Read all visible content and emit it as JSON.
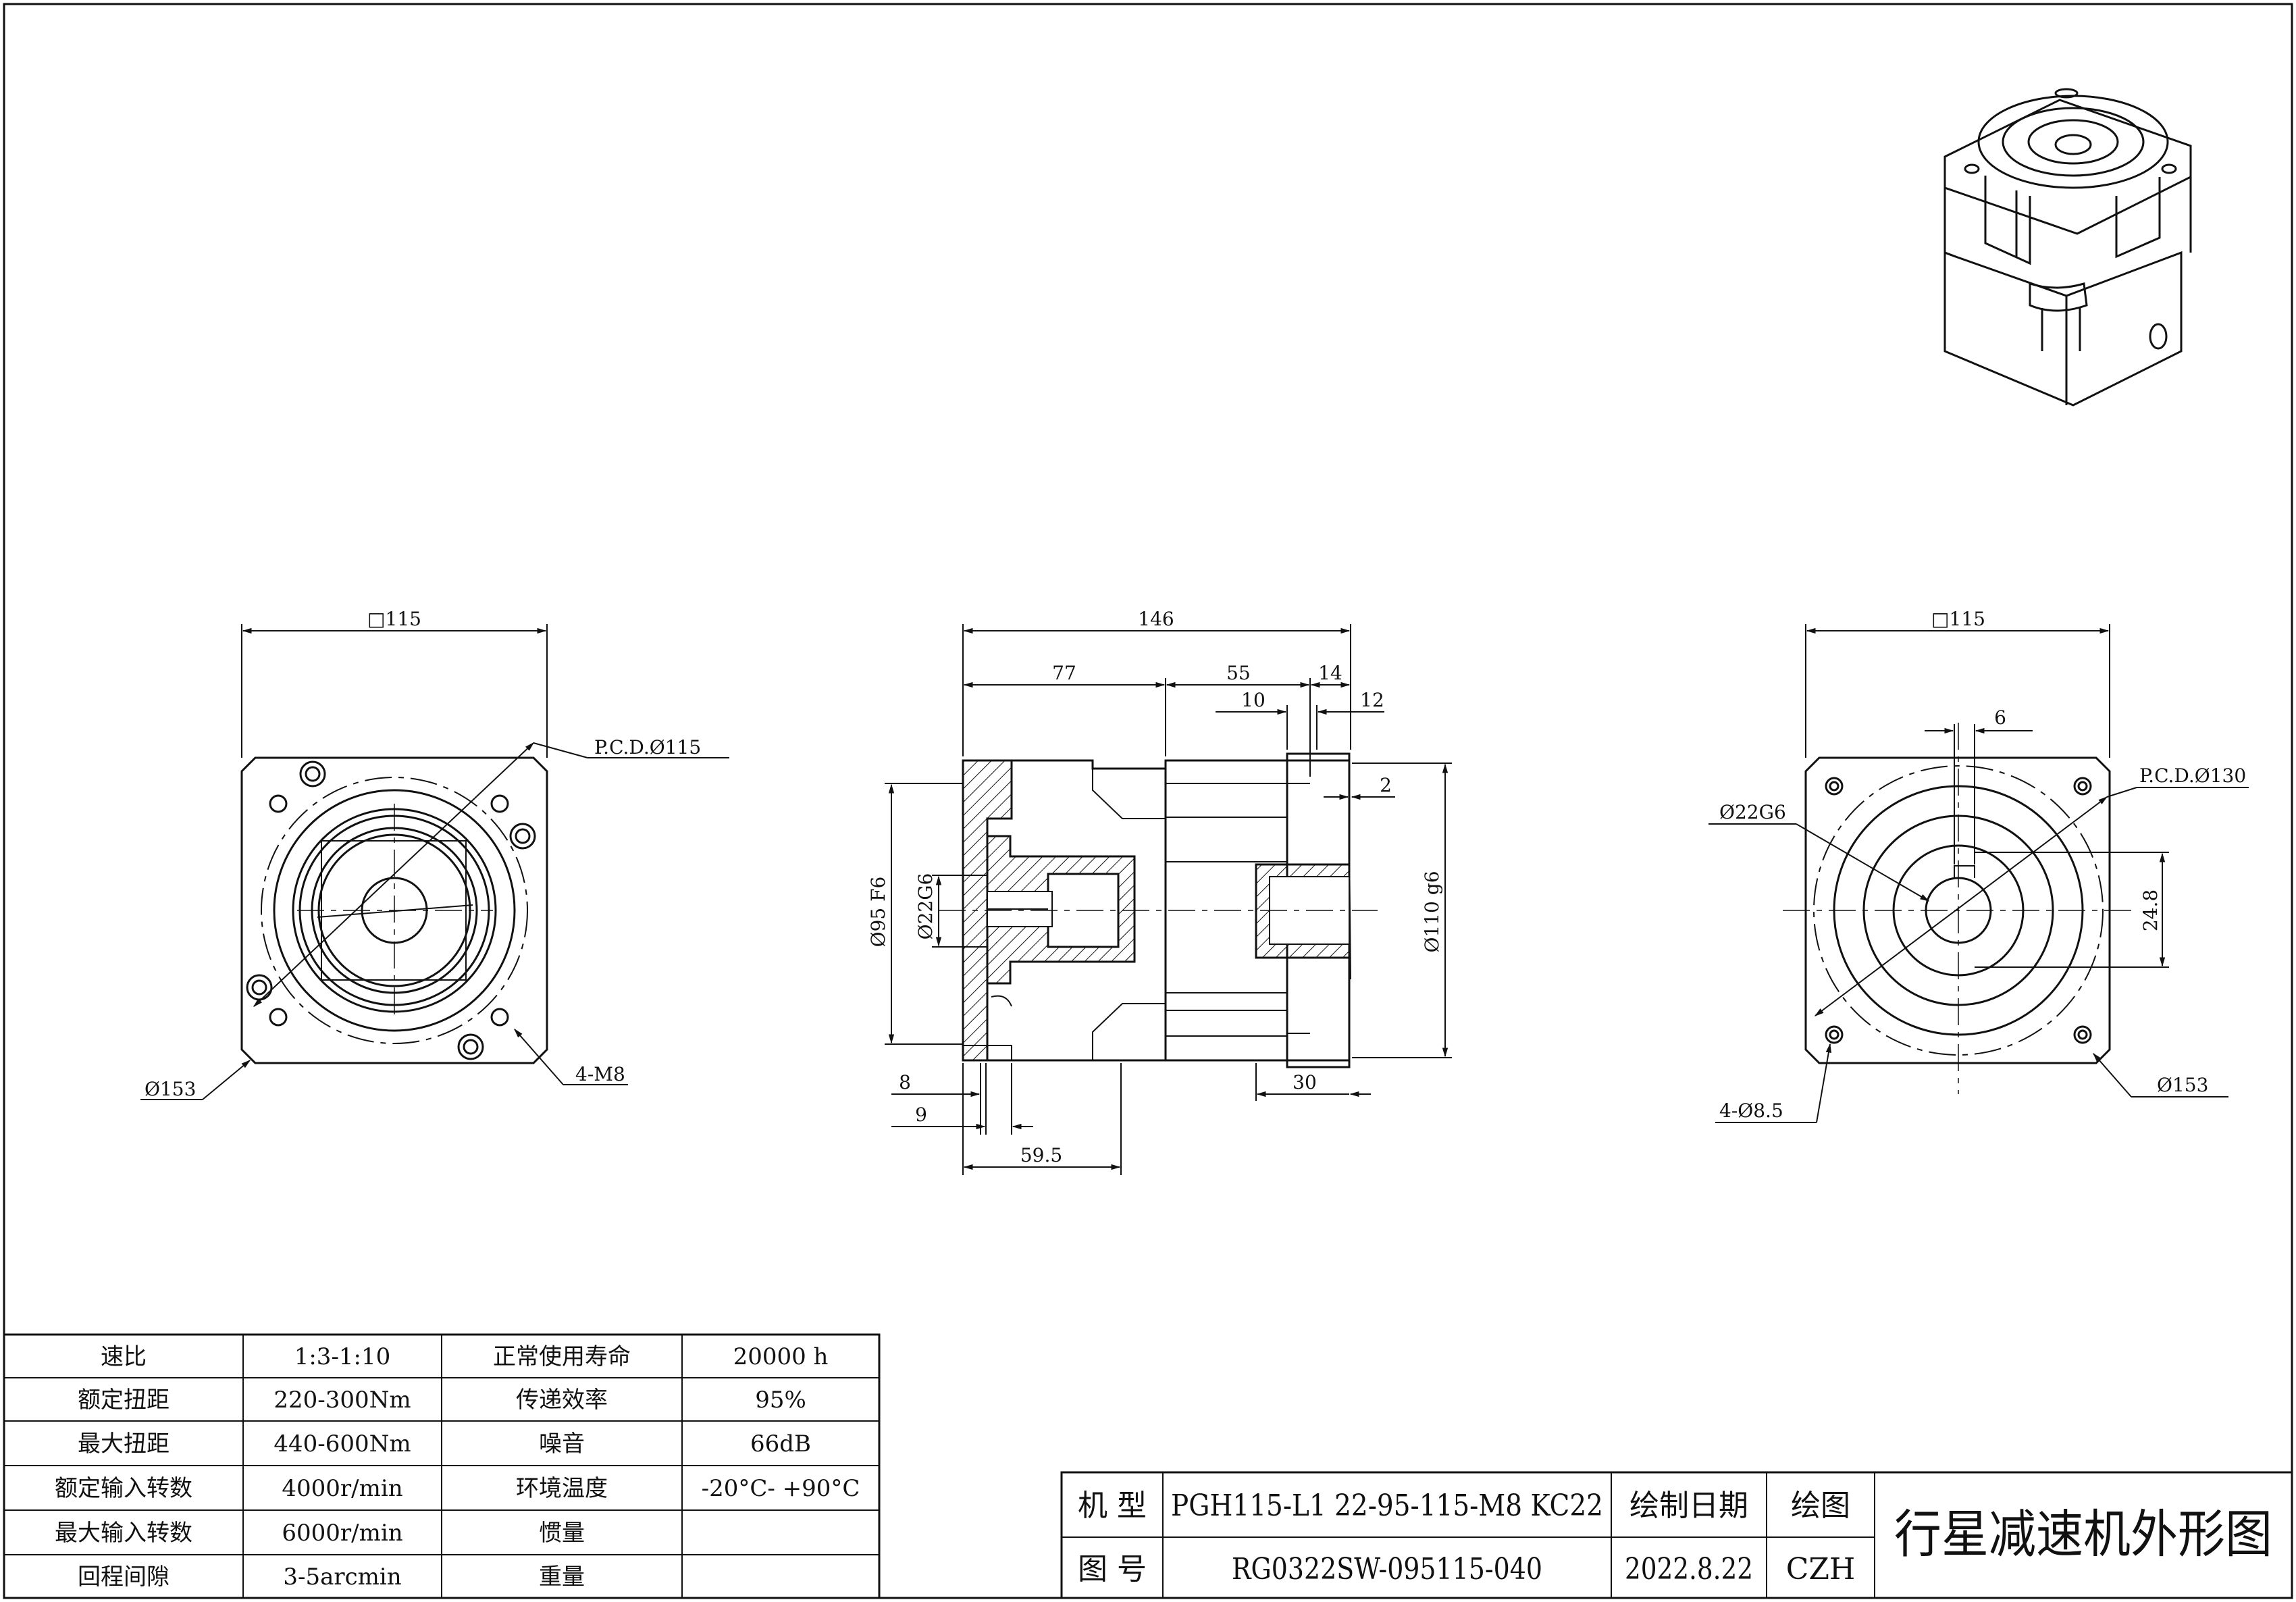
{
  "front_view": {
    "square": "□115",
    "pcd": "P.C.D.Ø115",
    "diameter": "Ø153",
    "holes": "4-M8"
  },
  "side_view": {
    "overall": "146",
    "d77": "77",
    "d55": "55",
    "d14": "14",
    "d10": "10",
    "d12": "12",
    "d2": "2",
    "dia95": "Ø95 F6",
    "dia22": "Ø22G6",
    "dia110": "Ø110 g6",
    "d8": "8",
    "d9": "9",
    "d595": "59.5",
    "d30": "30"
  },
  "rear_view": {
    "square": "□115",
    "key": "6",
    "shaft": "Ø22G6",
    "pcd": "P.C.D.Ø130",
    "height": "24.8",
    "holes": "4-Ø8.5",
    "diameter": "Ø153"
  },
  "spec_table": [
    [
      "速比",
      "1:3-1:10",
      "正常使用寿命",
      "20000 h"
    ],
    [
      "额定扭距",
      "220-300Nm",
      "传递效率",
      "95%"
    ],
    [
      "最大扭距",
      "440-600Nm",
      "噪音",
      "66dB"
    ],
    [
      "额定输入转数",
      "4000r/min",
      "环境温度",
      "-20°C- +90°C"
    ],
    [
      "最大输入转数",
      "6000r/min",
      "惯量",
      ""
    ],
    [
      "回程间隙",
      "3-5arcmin",
      "重量",
      ""
    ]
  ],
  "title_block": {
    "model_label": "机 型",
    "model_value": "PGH115-L1 22-95-115-M8 KC22",
    "date_label": "绘制日期",
    "drawn_label": "绘图",
    "drawing_no_label": "图 号",
    "drawing_no_value": "RG0322SW-095115-040",
    "date_value": "2022.8.22",
    "drawn_value": "CZH",
    "title": "行星减速机外形图"
  }
}
